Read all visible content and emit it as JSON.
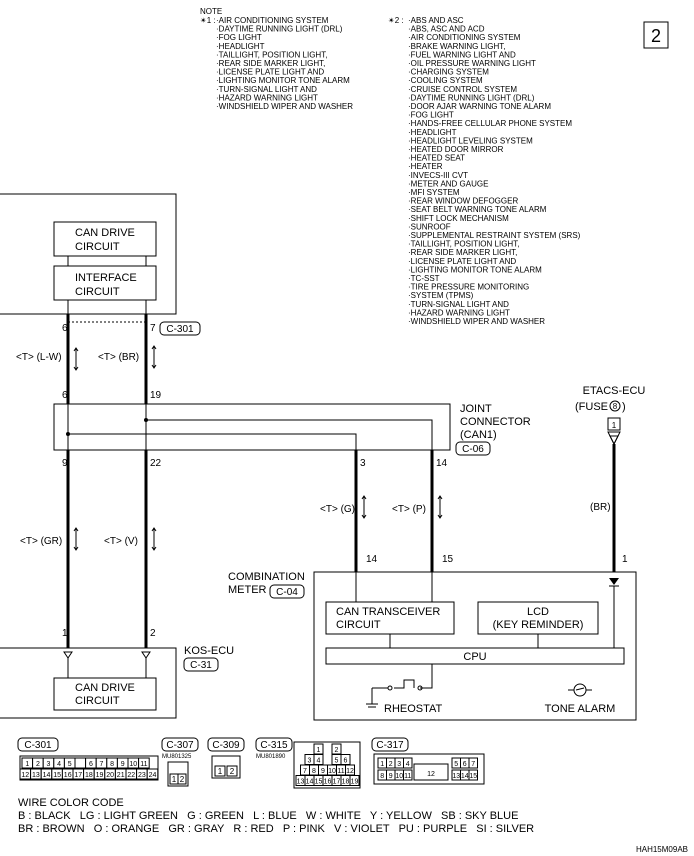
{
  "page_number": "2",
  "note": {
    "title": "NOTE",
    "star1": {
      "mark": "✴1 :",
      "items": [
        "AIR CONDITIONING SYSTEM",
        "DAYTIME RUNNING LIGHT (DRL)",
        "FOG LIGHT",
        "HEADLIGHT",
        "TAILLIGHT, POSITION LIGHT,",
        "REAR SIDE MARKER LIGHT,",
        "LICENSE PLATE LIGHT AND",
        "LIGHTING MONITOR TONE ALARM",
        "TURN-SIGNAL LIGHT AND",
        "HAZARD WARNING LIGHT",
        "WINDSHIELD WIPER AND WASHER"
      ]
    },
    "star2": {
      "mark": "✴2 :",
      "items": [
        "ABS AND ASC",
        "ABS, ASC AND ACD",
        "AIR CONDITIONING SYSTEM",
        "BRAKE WARNING LIGHT,",
        "FUEL WARNING LIGHT AND",
        "OIL PRESSURE WARNING LIGHT",
        "CHARGING SYSTEM",
        "COOLING SYSTEM",
        "CRUISE CONTROL SYSTEM",
        "DAYTIME RUNNING LIGHT (DRL)",
        "DOOR AJAR WARNING TONE ALARM",
        "FOG LIGHT",
        "HANDS-FREE CELLULAR PHONE SYSTEM",
        "HEADLIGHT",
        "HEADLIGHT LEVELING SYSTEM",
        "HEATED DOOR MIRROR",
        "HEATED SEAT",
        "HEATER",
        "INVECS-III CVT",
        "METER AND GAUGE",
        "MFI SYSTEM",
        "REAR WINDOW DEFOGGER",
        "SEAT BELT WARNING TONE ALARM",
        "SHIFT LOCK MECHANISM",
        "SUNROOF",
        "SUPPLEMENTAL RESTRAINT SYSTEM (SRS)",
        "TAILLIGHT, POSITION LIGHT,",
        "REAR SIDE MARKER LIGHT,",
        "LICENSE PLATE LIGHT AND",
        "LIGHTING MONITOR TONE ALARM",
        "TC-SST",
        "TIRE PRESSURE MONITORING",
        "SYSTEM (TPMS)",
        "TURN-SIGNAL LIGHT AND",
        "HAZARD WARNING LIGHT",
        "WINDSHIELD WIPER AND WASHER"
      ]
    }
  },
  "top_ecu": {
    "can_drive": [
      "CAN DRIVE",
      "CIRCUIT"
    ],
    "interface": [
      "INTERFACE",
      "CIRCUIT"
    ],
    "pin_left": "6",
    "pin_right": "7",
    "connector": "C-301"
  },
  "wires": {
    "upper_left": "<T> (L-W)",
    "upper_right": "<T> (BR)",
    "lower_left": "<T> (GR)",
    "lower_mid": "<T> (V)",
    "meter_left": "<T> (G)",
    "meter_right": "<T> (P)",
    "etacs": "(BR)"
  },
  "joint": {
    "title": [
      "JOINT",
      "CONNECTOR",
      "(CAN1)"
    ],
    "connector": "C-06",
    "pins_top": [
      "6",
      "19"
    ],
    "pins_bottom": [
      "9",
      "22",
      "3",
      "14"
    ]
  },
  "etacs": {
    "title": "ETACS-ECU",
    "fuse": "(FUSE",
    "fuse_num": "8",
    "terminal": "1"
  },
  "meter": {
    "title": [
      "COMBINATION",
      "METER"
    ],
    "connector": "C-04",
    "pins": [
      "14",
      "15",
      "1"
    ],
    "can_transceiver": [
      "CAN TRANSCEIVER",
      "CIRCUIT"
    ],
    "lcd": [
      "LCD",
      "(KEY REMINDER)"
    ],
    "cpu": "CPU",
    "rheostat": "RHEOSTAT",
    "tone_alarm": "TONE ALARM"
  },
  "kos": {
    "title": "KOS-ECU",
    "connector": "C-31",
    "pins": [
      "1",
      "2"
    ],
    "can_drive": [
      "CAN DRIVE",
      "CIRCUIT"
    ]
  },
  "connectors": {
    "c301": {
      "label": "C-301",
      "row1": [
        "1",
        "2",
        "3",
        "4",
        "5",
        "",
        "6",
        "7",
        "8",
        "9",
        "10",
        "11"
      ],
      "row2": [
        "12",
        "13",
        "14",
        "15",
        "16",
        "17",
        "18",
        "19",
        "20",
        "21",
        "22",
        "23",
        "24"
      ]
    },
    "c307": {
      "label": "C-307",
      "part": "MU801325",
      "pins": [
        "1",
        "2"
      ]
    },
    "c309": {
      "label": "C-309",
      "pins": [
        "1",
        "2"
      ]
    },
    "c315": {
      "label": "C-315",
      "part": "MU801890",
      "rows": [
        [
          "1",
          "",
          "2"
        ],
        [
          "3",
          "4",
          "",
          "5",
          "6"
        ],
        [
          "7",
          "8",
          "9",
          "10",
          "11",
          "12"
        ],
        [
          "13",
          "14",
          "15",
          "16",
          "17",
          "18",
          "19"
        ]
      ]
    },
    "c317": {
      "label": "C-317",
      "row1": [
        "1",
        "2",
        "3",
        "4",
        "5",
        "6",
        "7"
      ],
      "mid": "12",
      "row2a": [
        "8",
        "9",
        "10",
        "11"
      ],
      "row2b": [
        "13",
        "14",
        "15"
      ]
    }
  },
  "wire_color_code": {
    "title": "WIRE COLOR CODE",
    "line1": "B : BLACK   LG : LIGHT GREEN   G : GREEN   L : BLUE   W : WHITE   Y : YELLOW   SB : SKY BLUE",
    "line2": "BR : BROWN   O : ORANGE   GR : GRAY   R : RED   P : PINK   V : VIOLET   PU : PURPLE   SI : SILVER"
  },
  "figure_code": "HAH15M09AB"
}
